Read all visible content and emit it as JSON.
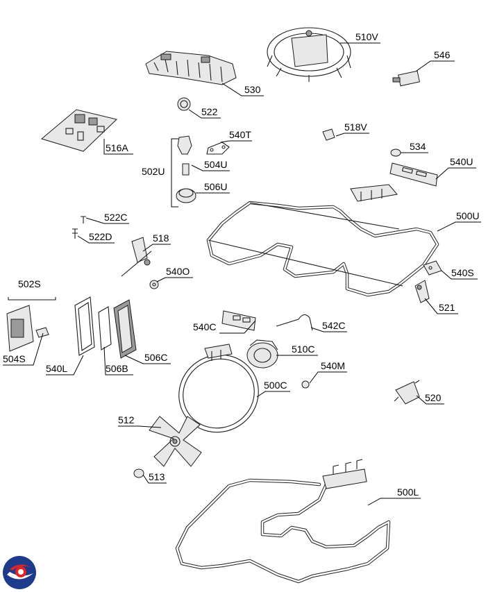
{
  "parts": [
    {
      "id": "p530",
      "label": "530"
    },
    {
      "id": "p510V",
      "label": "510V"
    },
    {
      "id": "p546",
      "label": "546"
    },
    {
      "id": "p522",
      "label": "522"
    },
    {
      "id": "p516A",
      "label": "516A"
    },
    {
      "id": "p540T",
      "label": "540T"
    },
    {
      "id": "p502U",
      "label": "502U"
    },
    {
      "id": "p504U",
      "label": "504U"
    },
    {
      "id": "p506U",
      "label": "506U"
    },
    {
      "id": "p518V",
      "label": "518V"
    },
    {
      "id": "p534",
      "label": "534"
    },
    {
      "id": "p540U",
      "label": "540U"
    },
    {
      "id": "p522C",
      "label": "522C"
    },
    {
      "id": "p522D",
      "label": "522D"
    },
    {
      "id": "p518",
      "label": "518"
    },
    {
      "id": "p500U",
      "label": "500U"
    },
    {
      "id": "p540O",
      "label": "540O"
    },
    {
      "id": "p540S",
      "label": "540S"
    },
    {
      "id": "p502S",
      "label": "502S"
    },
    {
      "id": "p521",
      "label": "521"
    },
    {
      "id": "p540C",
      "label": "540C"
    },
    {
      "id": "p542C",
      "label": "542C"
    },
    {
      "id": "p510C",
      "label": "510C"
    },
    {
      "id": "p504S",
      "label": "504S"
    },
    {
      "id": "p540L",
      "label": "540L"
    },
    {
      "id": "p506B",
      "label": "506B"
    },
    {
      "id": "p506C",
      "label": "506C"
    },
    {
      "id": "p540M",
      "label": "540M"
    },
    {
      "id": "p500C",
      "label": "500C"
    },
    {
      "id": "p520",
      "label": "520"
    },
    {
      "id": "p512",
      "label": "512"
    },
    {
      "id": "p513",
      "label": "513"
    },
    {
      "id": "p500L",
      "label": "500L"
    }
  ],
  "logo": {
    "name": "brand-logo",
    "colors": [
      "#1e3a8a",
      "#dc2626"
    ]
  }
}
